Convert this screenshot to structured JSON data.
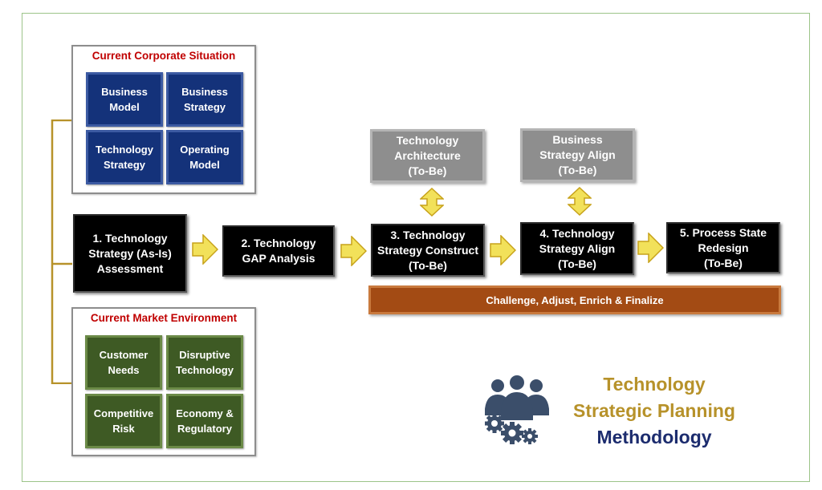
{
  "colors": {
    "tile_blue": "#14327a",
    "tile_green": "#3e5a24",
    "step_black": "#000000",
    "grey_box": "#8e8e8e",
    "bar_brown": "#a34b14",
    "group_title_red": "#c00000",
    "bracket_gold": "#b7922a",
    "arrow_yellow": "#f2e15a",
    "title_gold": "#b7922a",
    "title_navy": "#1c2c6e"
  },
  "corporate": {
    "title": "Current Corporate Situation",
    "tiles": [
      "Business\nModel",
      "Business\nStrategy",
      "Technology\nStrategy",
      "Operating\nModel"
    ]
  },
  "market": {
    "title": "Current Market Environment",
    "tiles": [
      "Customer\nNeeds",
      "Disruptive\nTechnology",
      "Competitive\nRisk",
      "Economy &\nRegulatory"
    ]
  },
  "steps": [
    "1. Technology\nStrategy (As-Is)\nAssessment",
    "2. Technology\nGAP Analysis",
    "3. Technology\nStrategy Construct\n(To-Be)",
    "4. Technology\nStrategy Align\n(To-Be)",
    "5. Process State\nRedesign\n(To-Be)"
  ],
  "inputs": {
    "architecture": "Technology\nArchitecture\n(To-Be)",
    "business_align": "Business\nStrategy Align\n(To-Be)"
  },
  "bar_label": "Challenge, Adjust, Enrich & Finalize",
  "icons": {
    "team": "people-gears-icon",
    "arrow": "right-arrow-icon",
    "double_arrow": "up-down-arrow-icon"
  },
  "methodology_title": {
    "line1": "Technology",
    "line2": "Strategic Planning",
    "line3": "Methodology"
  }
}
